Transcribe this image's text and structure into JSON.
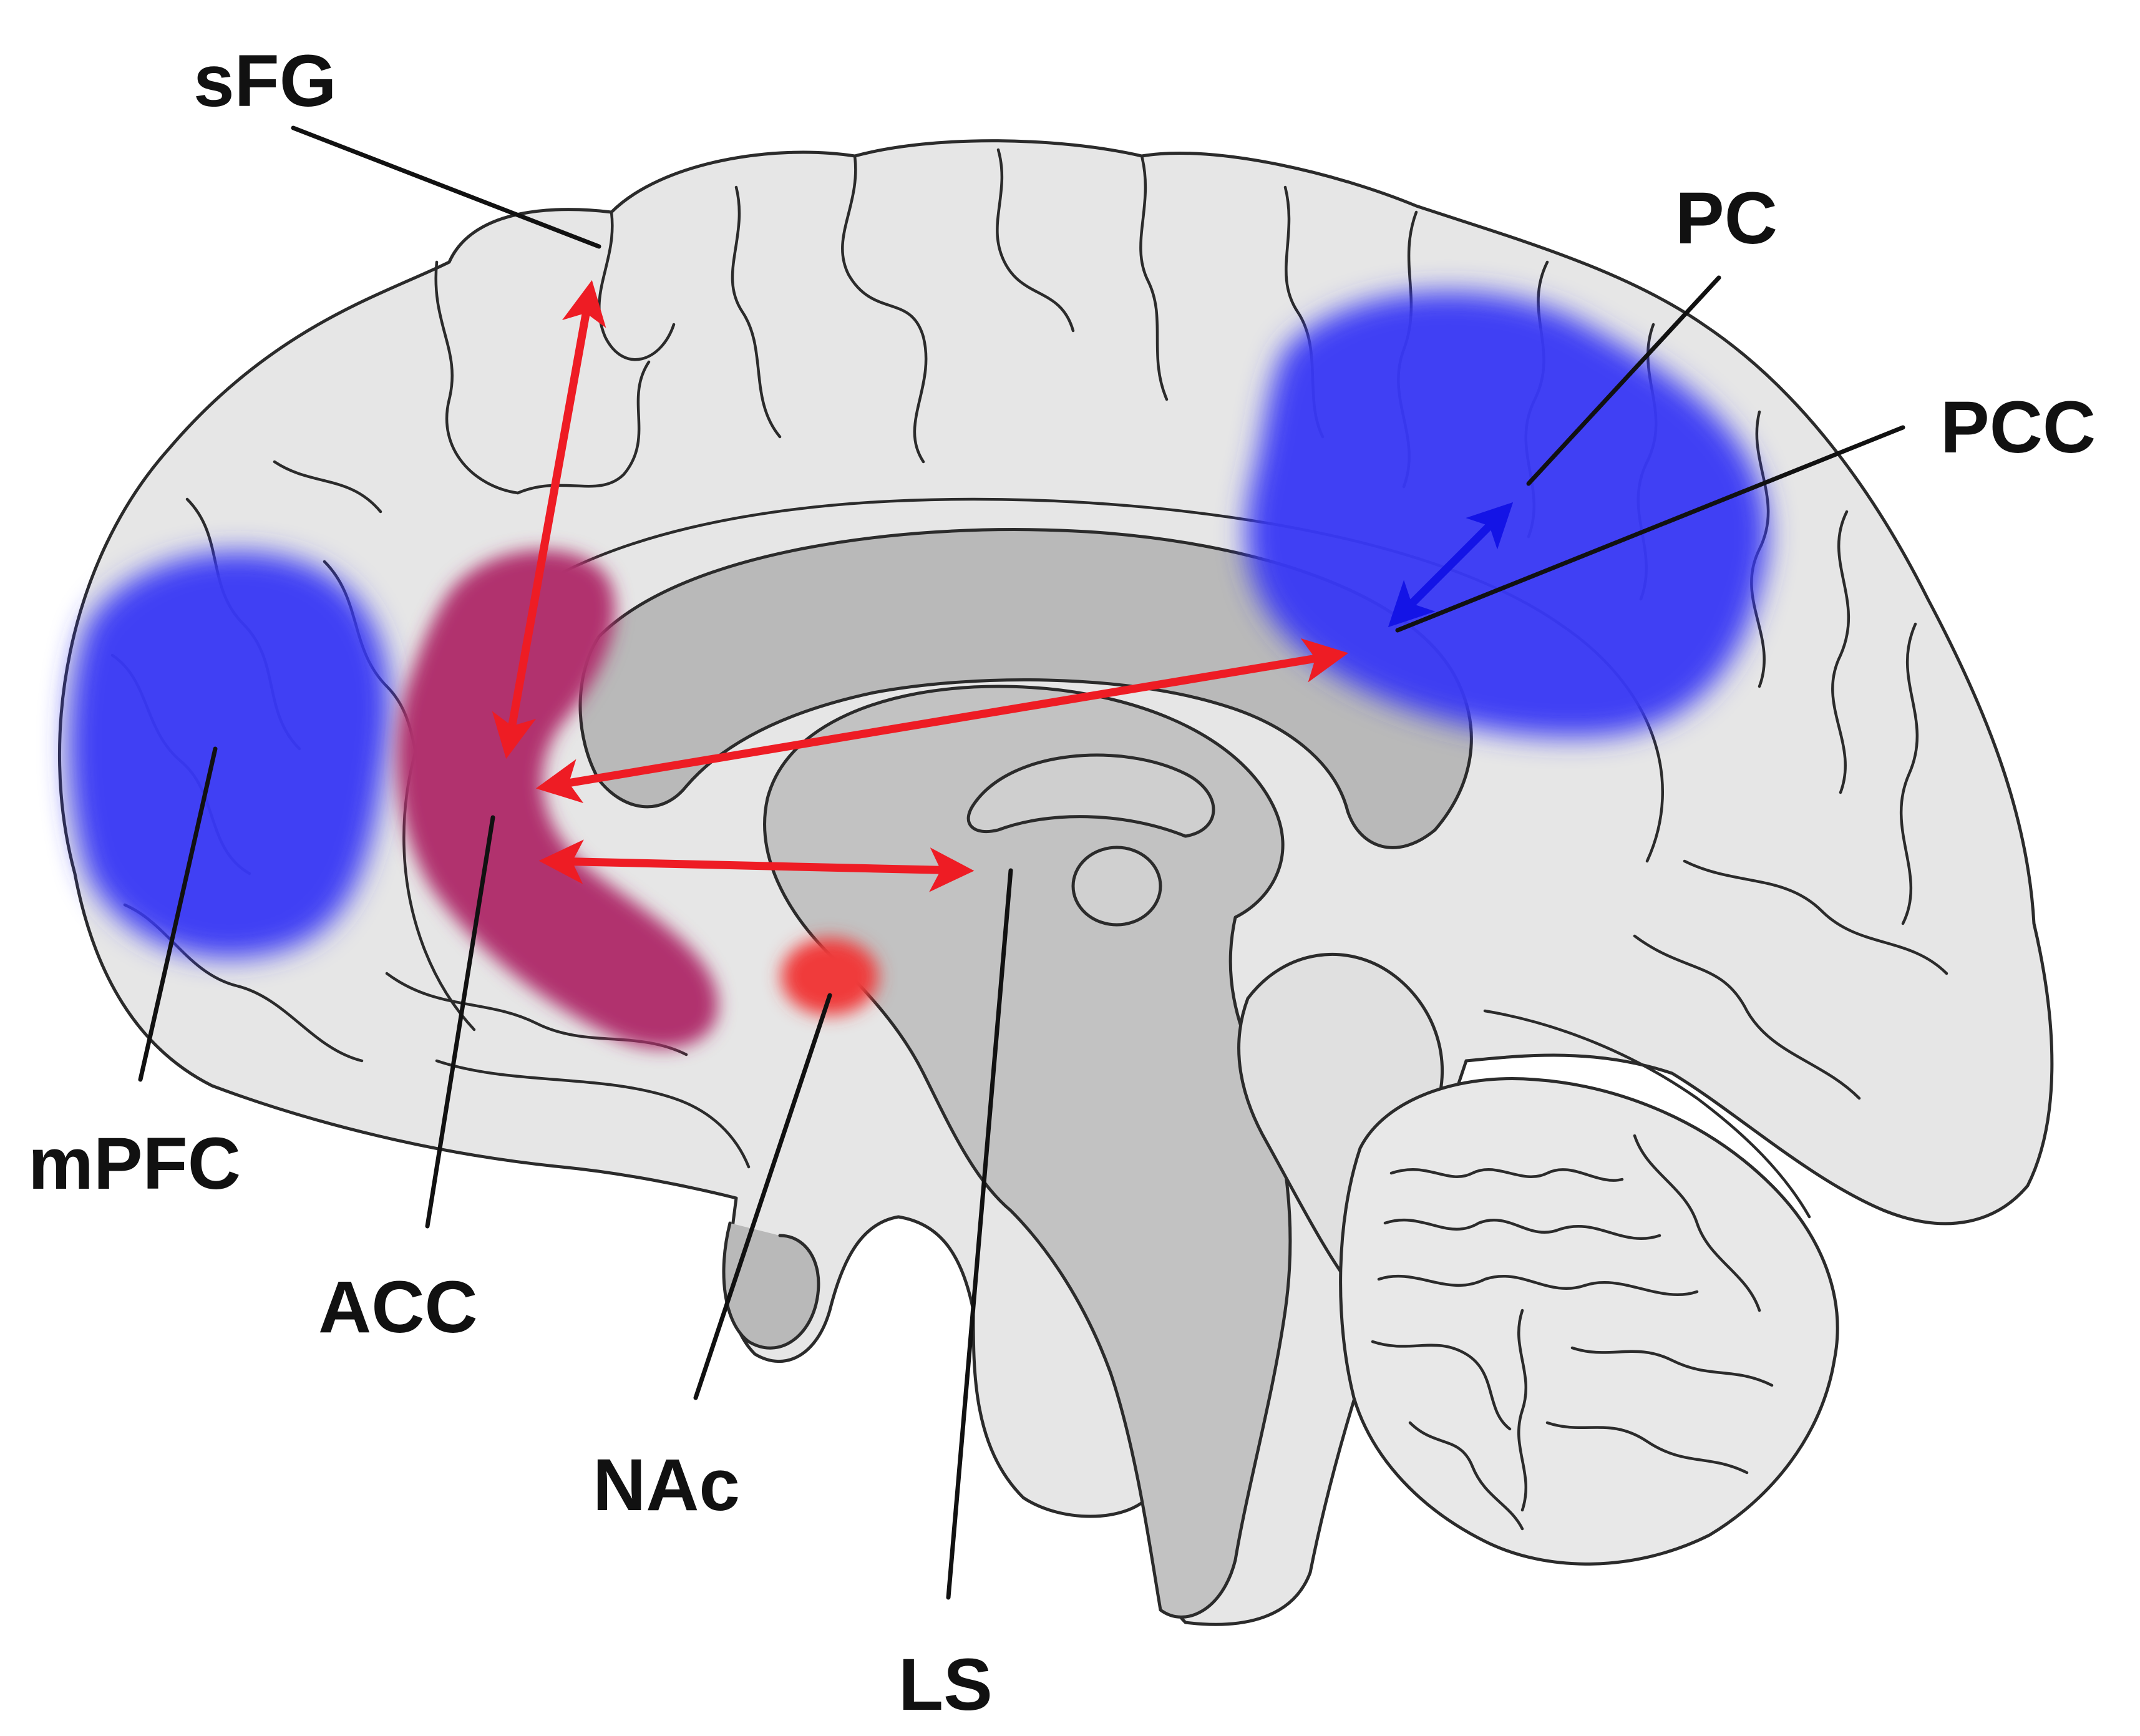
{
  "labels": {
    "sfg": "sFG",
    "pc": "PC",
    "pcc": "PCC",
    "mpfc": "mPFC",
    "acc": "ACC",
    "nac": "NAc",
    "ls": "LS"
  },
  "colors": {
    "background": "#ffffff",
    "cortex": "#e6e6e6",
    "deep_structures": "#b9b9b9",
    "outline": "#2b2b2b",
    "default_mode_regions": "#3a3af5",
    "salience_regions": "#e8323a",
    "acc_overlap": "#b1306e",
    "arrow_red": "#ee1c24",
    "arrow_blue": "#1414e6"
  }
}
